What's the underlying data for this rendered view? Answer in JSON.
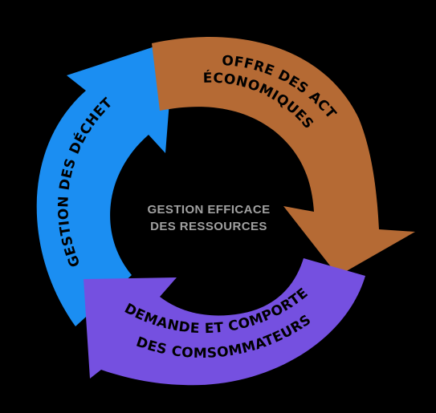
{
  "center": {
    "line1": "GESTION EFFICACE",
    "line2": "DES RESSOURCES"
  },
  "segments": {
    "offre": {
      "line1": "OFFRE DES ACTEURS",
      "line2": "ÉCONOMIQUES",
      "color": "#b56a34"
    },
    "demande": {
      "line1": "DEMANDE ET COMPORTEMENT",
      "line2": "DES COMSOMMATEURS",
      "color": "#7550e0"
    },
    "dechets": {
      "line1": "GESTION DES DÉCHETS",
      "color": "#1b8ef2"
    }
  },
  "colors": {
    "background": "#000000",
    "center_text": "#a0a0a0",
    "segment_text": "#000000"
  }
}
